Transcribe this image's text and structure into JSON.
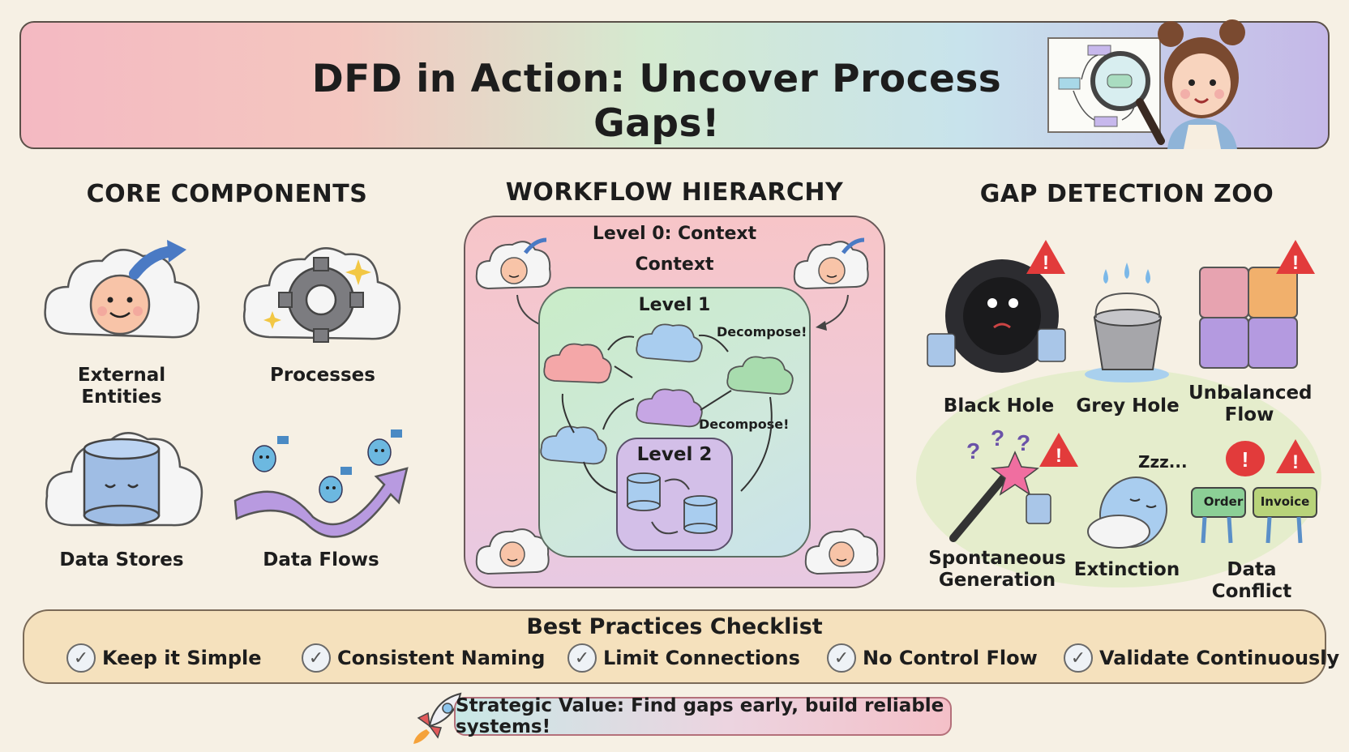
{
  "banner": {
    "title": "DFD in Action: Uncover Process Gaps!"
  },
  "core_components": {
    "title": "CORE COMPONENTS",
    "items": [
      {
        "label": "External\nEntities",
        "icon": "smiley-cloud-icon"
      },
      {
        "label": "Processes",
        "icon": "gear-cloud-icon"
      },
      {
        "label": "Data Stores",
        "icon": "database-cloud-icon"
      },
      {
        "label": "Data Flows",
        "icon": "flow-arrow-icon"
      }
    ]
  },
  "workflow": {
    "title": "WORKFLOW HIERARCHY",
    "level0": "Level 0: Context",
    "context": "Context",
    "level1": "Level 1",
    "level2": "Level 2",
    "decompose_1": "Decompose!",
    "decompose_2": "Decompose!"
  },
  "gap_zoo": {
    "title": "GAP DETECTION ZOO",
    "items": [
      {
        "label": "Black Hole",
        "icon": "black-hole-icon"
      },
      {
        "label": "Grey Hole",
        "icon": "bucket-icon"
      },
      {
        "label": "Unbalanced\nFlow",
        "icon": "puzzle-icon"
      },
      {
        "label": "Spontaneous\nGeneration",
        "icon": "magic-wand-icon"
      },
      {
        "label": "Extinction",
        "icon": "sleeping-egg-icon"
      },
      {
        "label": "Data Conflict",
        "icon": "conflict-icon"
      }
    ],
    "extinction_sound": "Zzz...",
    "conflict_order": "Order",
    "conflict_invoice": "Invoice"
  },
  "checklist": {
    "title": "Best Practices Checklist",
    "items": [
      "Keep it Simple",
      "Consistent Naming",
      "Limit Connections",
      "No Control Flow",
      "Validate Continuously"
    ]
  },
  "strategic": {
    "text": "Strategic Value: Find gaps early, build reliable systems!"
  },
  "colors": {
    "background": "#f6f0e4",
    "warning": "#e23b3b",
    "cloud": "#f5f5f5"
  }
}
